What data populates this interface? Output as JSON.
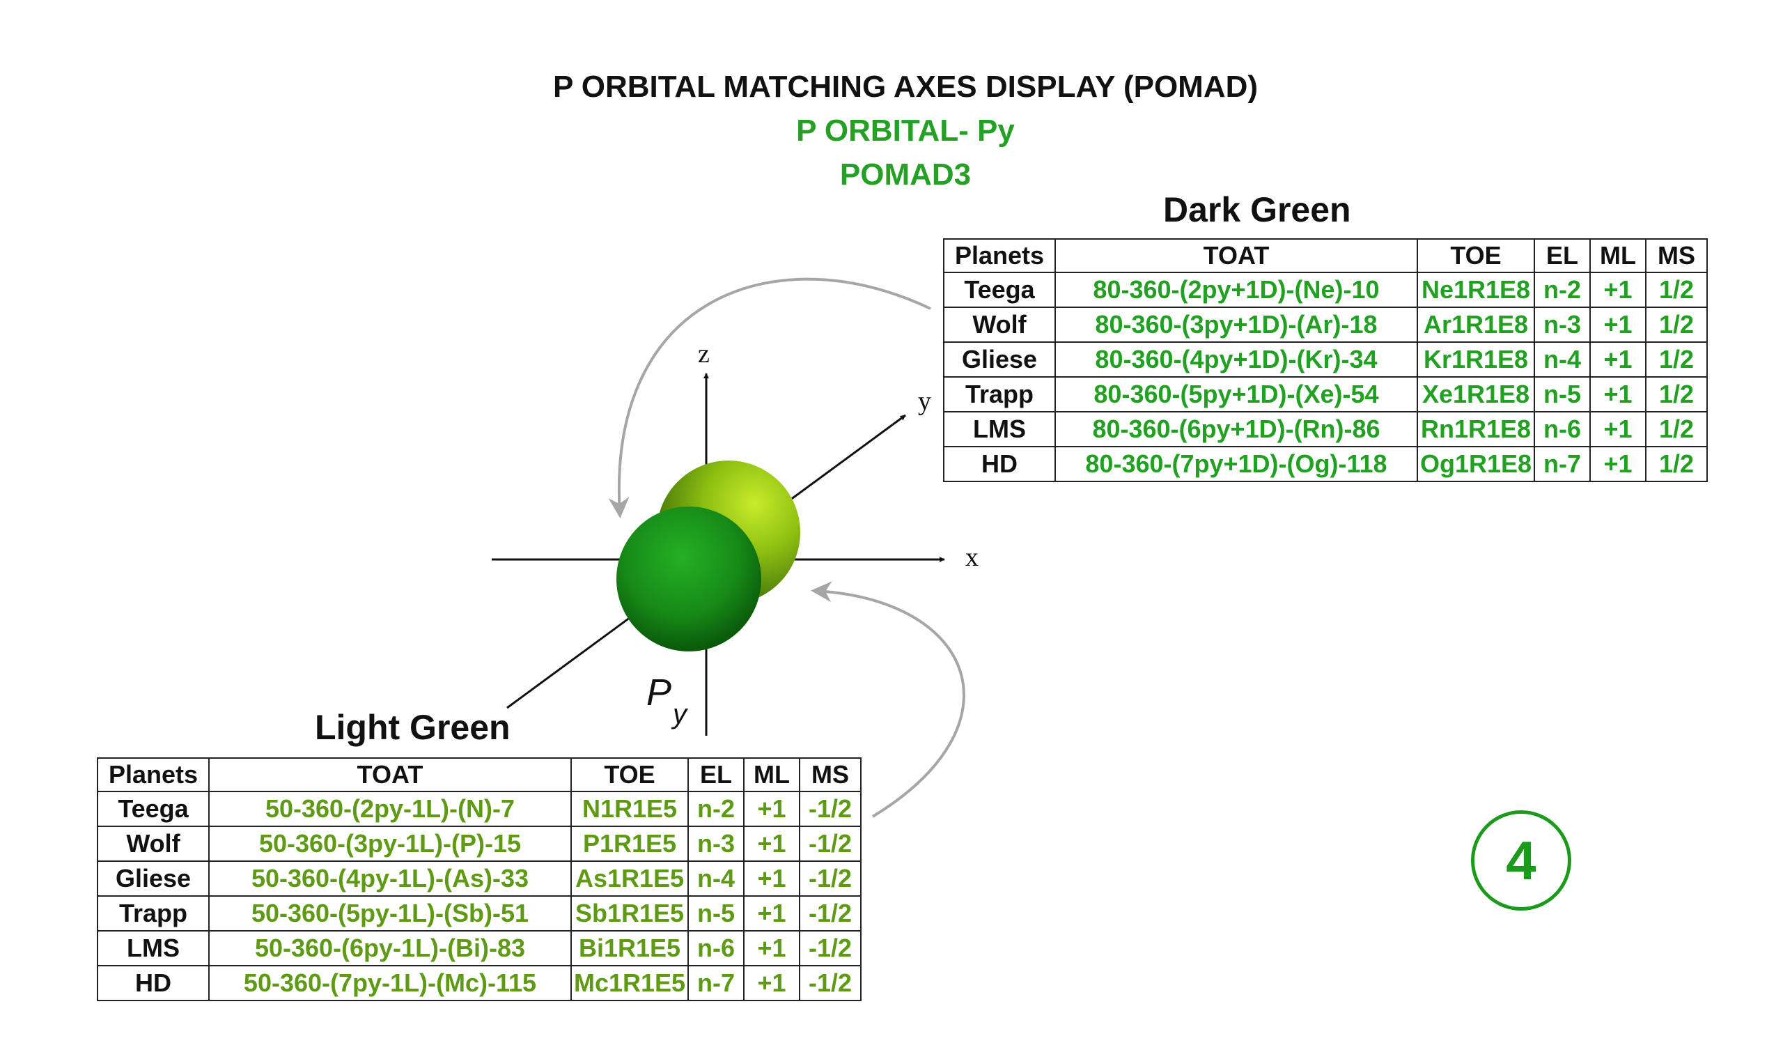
{
  "title": "P ORBITAL MATCHING AXES DISPLAY (POMAD)",
  "subtitle": "P ORBITAL- Py",
  "code": "POMAD3",
  "colors": {
    "title_green": "#24a024",
    "dark_green_text": "#22a022",
    "light_green_text": "#5e9a14",
    "badge_green": "#1b9a1b",
    "arrow_gray": "#a6a6a6",
    "lobe_dark_green": "#1a8c1a",
    "lobe_light_green": "#8ec012"
  },
  "diagram": {
    "axis_x_label": "x",
    "axis_y_label": "y",
    "axis_z_label": "z",
    "orbital_label": "P",
    "orbital_subscript": "y"
  },
  "dark_green": {
    "heading": "Dark Green",
    "columns": [
      "Planets",
      "TOAT",
      "TOE",
      "EL",
      "ML",
      "MS"
    ],
    "rows": [
      {
        "planet": "Teega",
        "toat": "80-360-(2py+1D)-(Ne)-10",
        "toe": "Ne1R1E8",
        "el": "n-2",
        "ml": "+1",
        "ms": "1/2"
      },
      {
        "planet": "Wolf",
        "toat": "80-360-(3py+1D)-(Ar)-18",
        "toe": "Ar1R1E8",
        "el": "n-3",
        "ml": "+1",
        "ms": "1/2"
      },
      {
        "planet": "Gliese",
        "toat": "80-360-(4py+1D)-(Kr)-34",
        "toe": "Kr1R1E8",
        "el": "n-4",
        "ml": "+1",
        "ms": "1/2"
      },
      {
        "planet": "Trapp",
        "toat": "80-360-(5py+1D)-(Xe)-54",
        "toe": "Xe1R1E8",
        "el": "n-5",
        "ml": "+1",
        "ms": "1/2"
      },
      {
        "planet": "LMS",
        "toat": "80-360-(6py+1D)-(Rn)-86",
        "toe": "Rn1R1E8",
        "el": "n-6",
        "ml": "+1",
        "ms": "1/2"
      },
      {
        "planet": "HD",
        "toat": "80-360-(7py+1D)-(Og)-118",
        "toe": "Og1R1E8",
        "el": "n-7",
        "ml": "+1",
        "ms": "1/2"
      }
    ]
  },
  "light_green": {
    "heading": "Light Green",
    "columns": [
      "Planets",
      "TOAT",
      "TOE",
      "EL",
      "ML",
      "MS"
    ],
    "rows": [
      {
        "planet": "Teega",
        "toat": "50-360-(2py-1L)-(N)-7",
        "toe": "N1R1E5",
        "el": "n-2",
        "ml": "+1",
        "ms": "-1/2"
      },
      {
        "planet": "Wolf",
        "toat": "50-360-(3py-1L)-(P)-15",
        "toe": "P1R1E5",
        "el": "n-3",
        "ml": "+1",
        "ms": "-1/2"
      },
      {
        "planet": "Gliese",
        "toat": "50-360-(4py-1L)-(As)-33",
        "toe": "As1R1E5",
        "el": "n-4",
        "ml": "+1",
        "ms": "-1/2"
      },
      {
        "planet": "Trapp",
        "toat": "50-360-(5py-1L)-(Sb)-51",
        "toe": "Sb1R1E5",
        "el": "n-5",
        "ml": "+1",
        "ms": "-1/2"
      },
      {
        "planet": "LMS",
        "toat": "50-360-(6py-1L)-(Bi)-83",
        "toe": "Bi1R1E5",
        "el": "n-6",
        "ml": "+1",
        "ms": "-1/2"
      },
      {
        "planet": "HD",
        "toat": "50-360-(7py-1L)-(Mc)-115",
        "toe": "Mc1R1E5",
        "el": "n-7",
        "ml": "+1",
        "ms": "-1/2"
      }
    ]
  },
  "badge": "4"
}
